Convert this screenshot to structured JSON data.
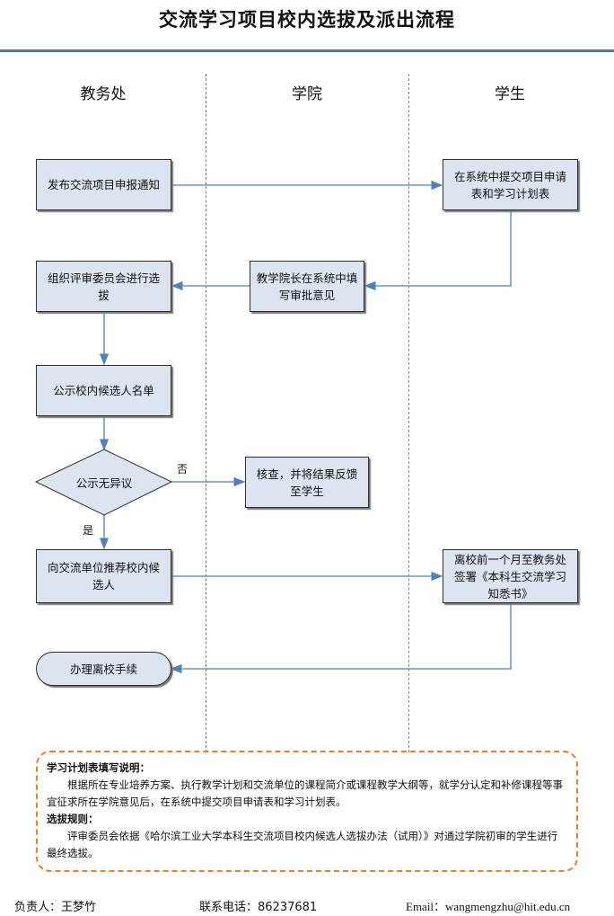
{
  "title": "交流学习项目校内选拔及派出流程",
  "lanes": [
    "教务处",
    "学院",
    "学生"
  ],
  "nodes": {
    "publish": "发布交流项目申报通知",
    "apply": "在系统中提交项目申请表和学习计划表",
    "dean": "教学院长在系统中填写审批意见",
    "committee": "组织评审委员会进行选拔",
    "announce": "公示校内候选人名单",
    "decision": "公示无异议",
    "verify": "核查，并将结果反馈至学生",
    "recommend": "向交流单位推荐校内候选人",
    "sign": "离校前一个月至教务处签署《本科生交流学习知悉书》",
    "depart": "办理离校手续"
  },
  "edge_labels": {
    "no": "否",
    "yes": "是"
  },
  "notes": {
    "plan_heading": "学习计划表填写说明：",
    "plan_text": "根据所在专业培养方案、执行教学计划和交流单位的课程简介或课程教学大纲等，就学分认定和补修课程等事宜征求所在学院意见后，在系统中提交项目申请表和学习计划表。",
    "rule_heading": "选拔规则：",
    "rule_text": "评审委员会依据《哈尔滨工业大学本科生交流项目校内候选人选拔办法（试用）》对通过学院初审的学生进行最终选拔。"
  },
  "footer": {
    "contact_person": "负责人：王梦竹",
    "phone": "联系电话：86237681",
    "email": "Email：wangmengzhu@hit.edu.cn"
  },
  "colors": {
    "box_fill": "#dce4f0",
    "arrow": "#4f81bd",
    "notes_border": "#f07c2b",
    "rule": "#4a79b0"
  }
}
